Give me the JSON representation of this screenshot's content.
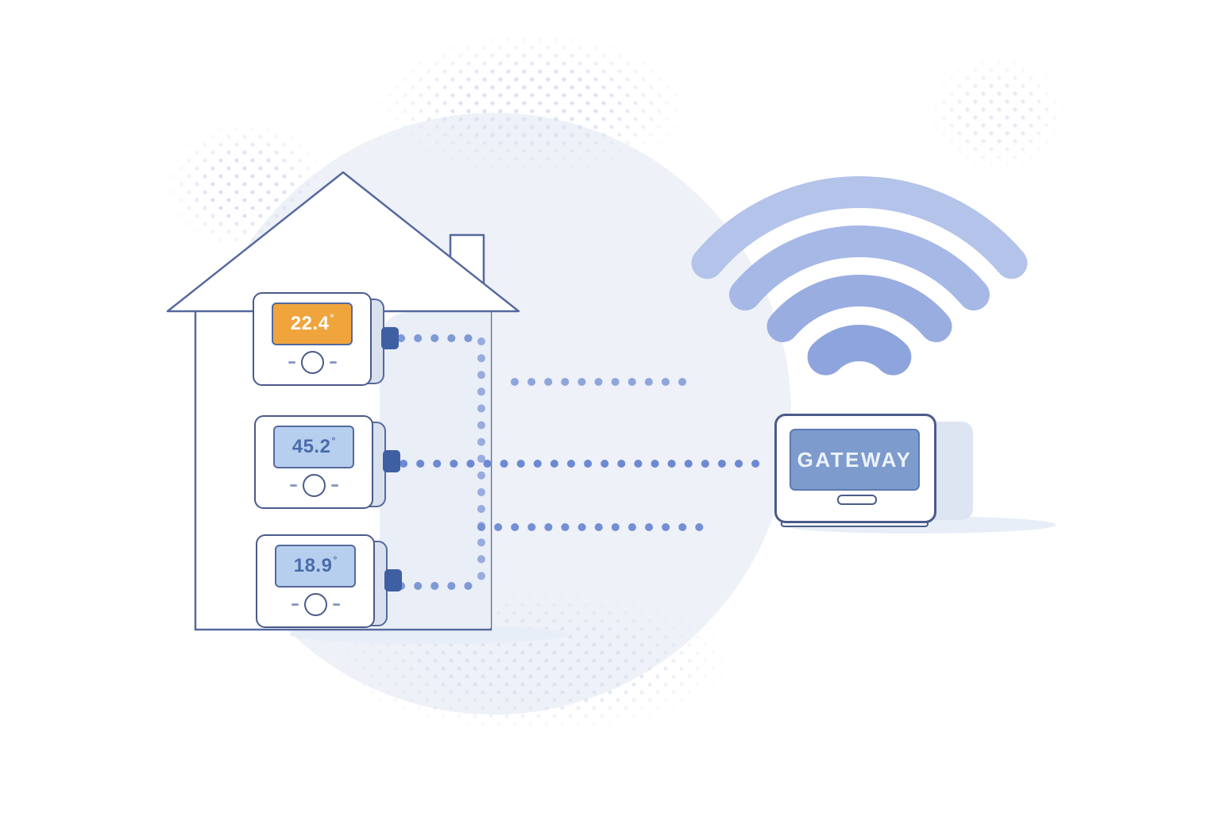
{
  "illustration": {
    "thermostats": [
      {
        "reading": "22.4",
        "unit": "°",
        "screen_color": "#f0a43c",
        "text_color": "#ffffff"
      },
      {
        "reading": "45.2",
        "unit": "°",
        "screen_color": "#b7cfee",
        "text_color": "#4a6cab"
      },
      {
        "reading": "18.9",
        "unit": "°",
        "screen_color": "#b3cdef",
        "text_color": "#4a6cab"
      }
    ],
    "gateway": {
      "label": "GATEWAY",
      "screen_color": "#7e9bcd",
      "label_color": "#edf2fb"
    },
    "colors": {
      "outline": "#4a5a8a",
      "backdrop_circle": "#eef1f8",
      "wifi_arcs": "#a3b6e5",
      "connection_dots": "#6d89d2",
      "connector_tab": "#3f5fa3",
      "device_side": "#d9e1ef"
    }
  }
}
